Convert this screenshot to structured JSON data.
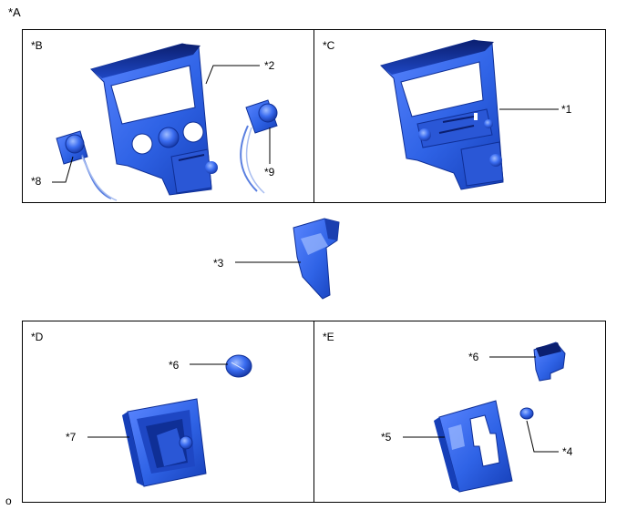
{
  "figure_label": "*A",
  "corner_mark": "o",
  "panels": {
    "B": {
      "label": "*B"
    },
    "C": {
      "label": "*C"
    },
    "D": {
      "label": "*D"
    },
    "E": {
      "label": "*E"
    }
  },
  "callouts": {
    "c1": "*1",
    "c2": "*2",
    "c3": "*3",
    "c4": "*4",
    "c5": "*5",
    "c6_d": "*6",
    "c6_e": "*6",
    "c7": "*7",
    "c8": "*8",
    "c9": "*9"
  },
  "colors": {
    "part_blue": "#2f63e6",
    "part_dark": "#0f2f96",
    "part_light": "#8fb0ff",
    "line": "#000000"
  }
}
